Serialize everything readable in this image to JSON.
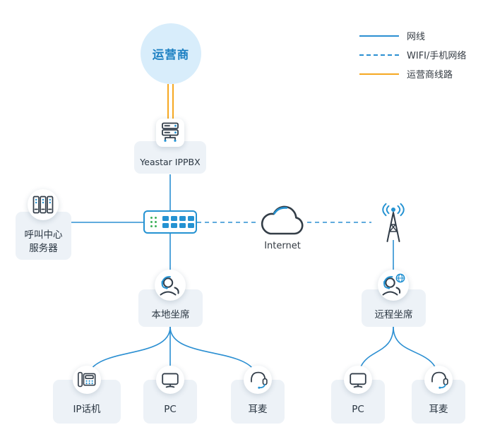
{
  "legend": {
    "items": [
      {
        "label": "网线",
        "line_style": "solid",
        "color": "#2b8fd2"
      },
      {
        "label": "WIFI/手机网络",
        "line_style": "dashed",
        "color": "#2b8fd2"
      },
      {
        "label": "运营商线路",
        "line_style": "solid",
        "color": "#f6a821"
      }
    ]
  },
  "nodes": {
    "carrier": {
      "label": "运营商"
    },
    "ippbx": {
      "label": "Yeastar IPPBX"
    },
    "call_center": {
      "line1": "呼叫中心",
      "line2": "服务器"
    },
    "internet": {
      "label": "Internet"
    },
    "local_agent": {
      "label": "本地坐席"
    },
    "remote_agent": {
      "label": "远程坐席"
    },
    "ip_phone": {
      "label": "IP话机"
    },
    "local_pc": {
      "label": "PC"
    },
    "local_headset": {
      "label": "耳麦"
    },
    "remote_pc": {
      "label": "PC"
    },
    "remote_headset": {
      "label": "耳麦"
    }
  },
  "colors": {
    "network_cable_line": "#2b8fd2",
    "carrier_line": "#f6a821",
    "icon_accent_blue": "#2492d2",
    "icon_dark": "#323d49",
    "carrier_text": "#1b7fc2",
    "carrier_circle_bg": "#d8edfb",
    "node_box_bg": "#edf2f7",
    "switch_led_green": "#3db15a"
  }
}
